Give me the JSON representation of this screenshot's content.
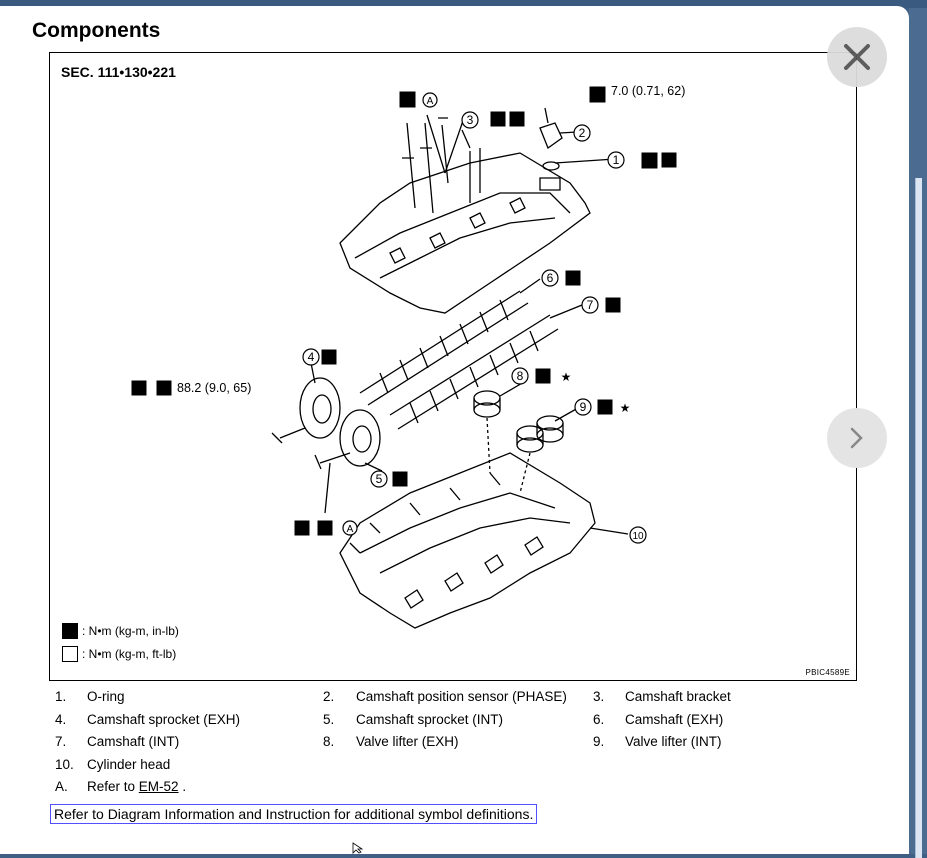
{
  "page": {
    "title": "Components"
  },
  "figure": {
    "section": "SEC. 111•130•221",
    "figure_id": "PBIC4589E",
    "torque_top": "7.0 (0.71, 62)",
    "torque_left": "88.2 (9.0, 65)",
    "legend_in_lb": ": N•m (kg-m, in-lb)",
    "legend_ft_lb": ": N•m (kg-m, ft-lb)",
    "ref_letter": "A"
  },
  "parts": [
    {
      "num": "1.",
      "name": "O-ring"
    },
    {
      "num": "2.",
      "name": "Camshaft position sensor (PHASE)"
    },
    {
      "num": "3.",
      "name": "Camshaft bracket"
    },
    {
      "num": "4.",
      "name": "Camshaft sprocket (EXH)"
    },
    {
      "num": "5.",
      "name": "Camshaft sprocket (INT)"
    },
    {
      "num": "6.",
      "name": "Camshaft (EXH)"
    },
    {
      "num": "7.",
      "name": "Camshaft (INT)"
    },
    {
      "num": "8.",
      "name": "Valve lifter (EXH)"
    },
    {
      "num": "9.",
      "name": "Valve lifter (INT)"
    },
    {
      "num": "10.",
      "name": "Cylinder head"
    }
  ],
  "reference": {
    "letter": "A.",
    "text": "Refer to",
    "link": "EM-52",
    "suffix": "."
  },
  "note": "Refer to Diagram Information and Instruction for additional symbol definitions.",
  "controls": {
    "close_icon": "close-icon",
    "next_icon": "chevron-right-icon"
  }
}
